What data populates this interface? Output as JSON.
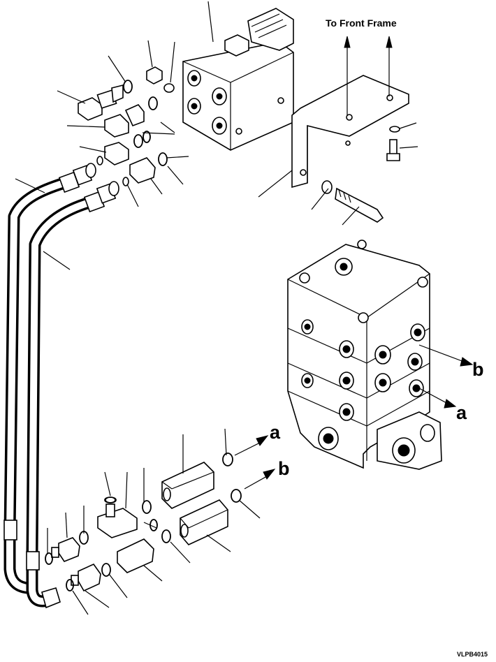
{
  "labels": {
    "to_front_frame": "To Front Frame",
    "port_a_top": "a",
    "port_b_top": "b",
    "port_b_right": "b",
    "port_a_right": "a",
    "drawing_code": "VLPB4015"
  }
}
